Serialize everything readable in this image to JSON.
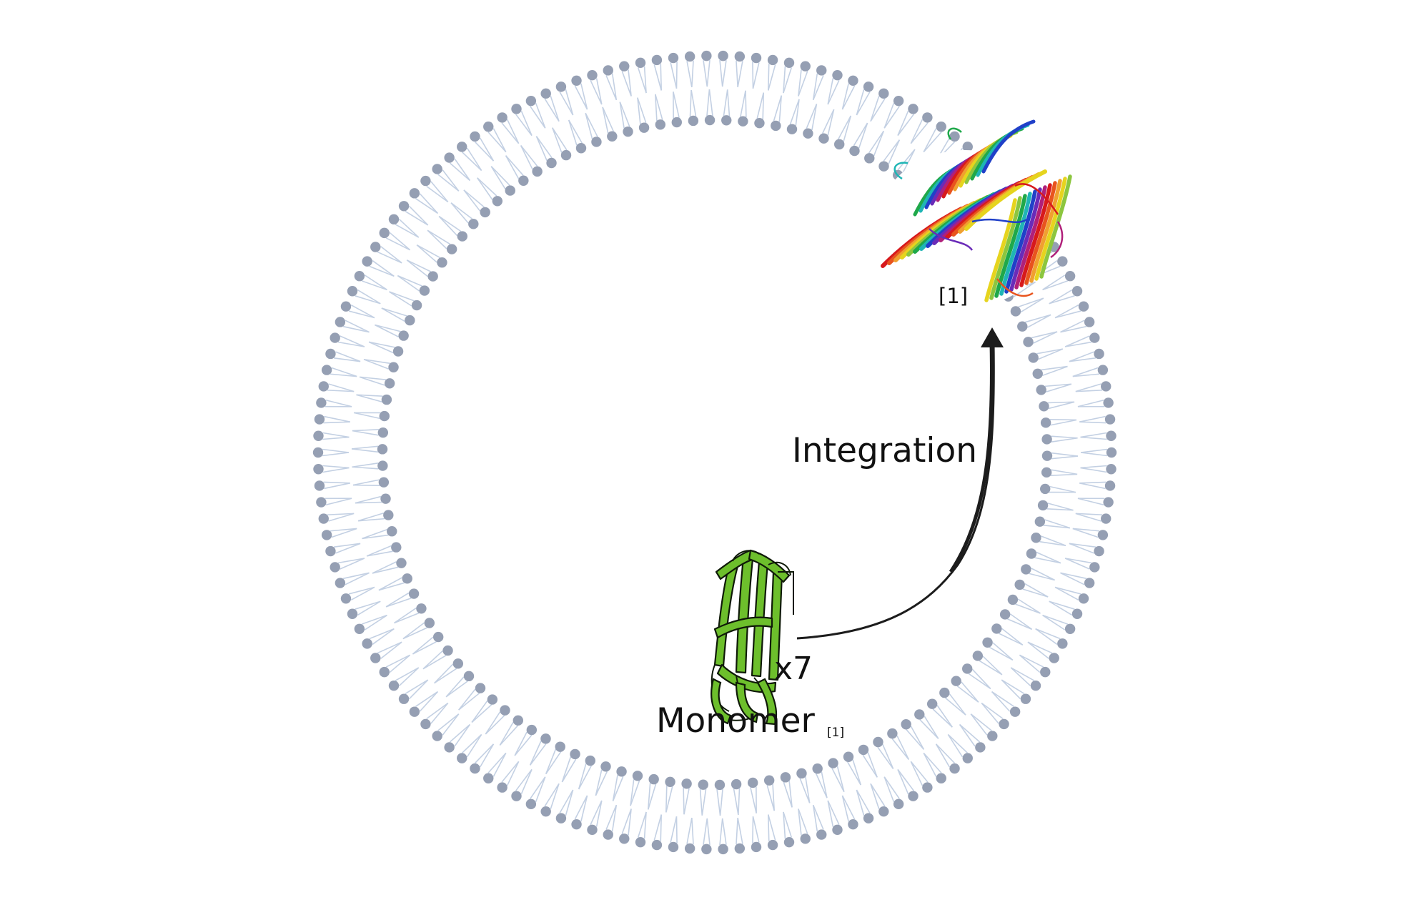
{
  "labels": {
    "integration": "Integration",
    "multiplier": "x7",
    "monomer": "Monomer",
    "monomer_ref": "[1]",
    "pore_ref": "[1]"
  },
  "colors": {
    "lipid_head": "#959fb3",
    "lipid_tail": "#c3d0e3",
    "background": "#ffffff",
    "monomer_fill": "#6dbf2c",
    "monomer_outline": "#0f1a08",
    "arrow": "#1c1c1c",
    "pore_rainbow": [
      "#d7191c",
      "#e8541e",
      "#f0a030",
      "#e6d41e",
      "#8cc63f",
      "#1fa84a",
      "#1fb5b5",
      "#2040c8",
      "#6a2bb8",
      "#b0207a"
    ]
  },
  "icons": {
    "membrane": "lipid-bilayer-vesicle",
    "monomer": "beta-barrel-monomer-structure",
    "pore": "heptameric-pore-structure"
  }
}
